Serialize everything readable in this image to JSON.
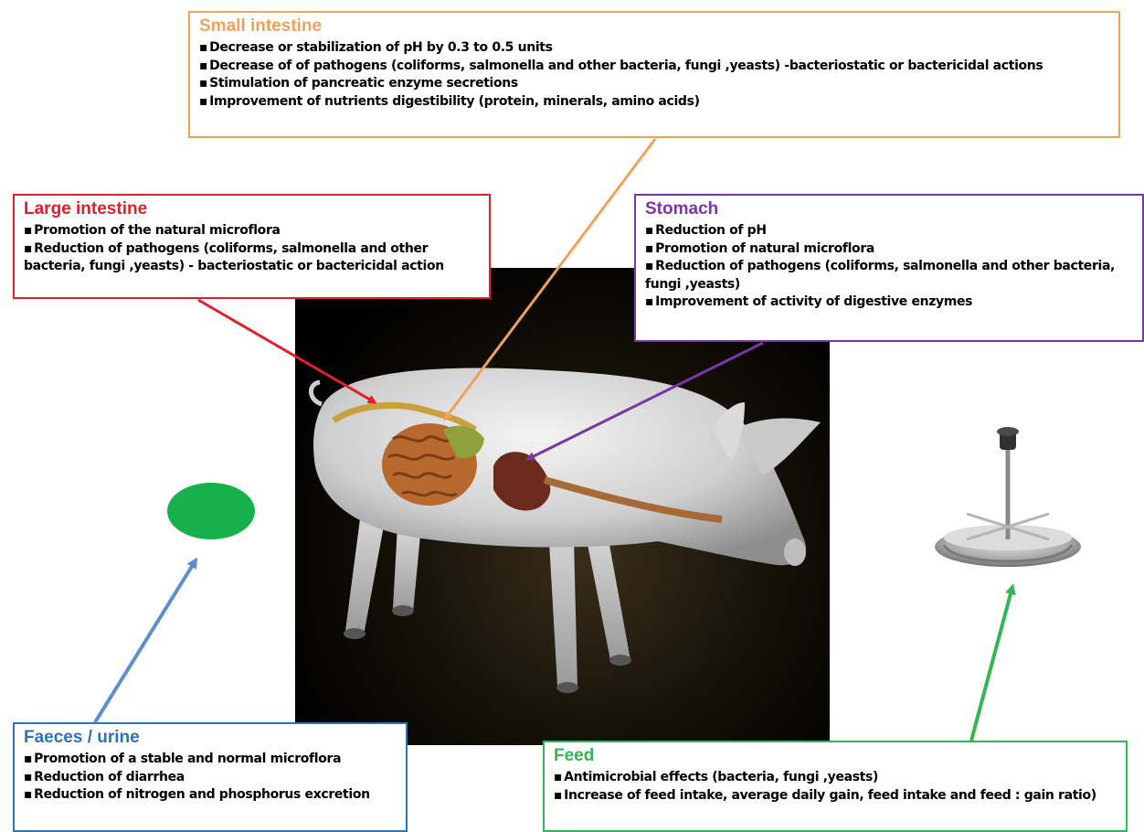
{
  "boxes": {
    "small_intestine": {
      "title": "Small intestine",
      "color": "#f0a15a",
      "items": [
        "Decrease or stabilization of  pH by 0.3 to 0.5 units",
        "Decrease of of  pathogens (coliforms, salmonella and other bacteria, fungi ,yeasts) -bacteriostatic or bactericidal actions",
        "Stimulation of pancreatic enzyme secretions",
        "Improvement of nutrients digestibility (protein, minerals,  amino acids)"
      ]
    },
    "large_intestine": {
      "title": "Large intestine",
      "color": "#e0202a",
      "items": [
        "Promotion of the natural microflora",
        "Reduction of  pathogens (coliforms, salmonella and other bacteria, fungi ,yeasts) - bacteriostatic or bactericidal action"
      ]
    },
    "stomach": {
      "title": "Stomach",
      "color": "#7a36a5",
      "items": [
        "Reduction of pH",
        "Promotion of natural microflora",
        "Reduction of  pathogens (coliforms, salmonella and other bacteria, fungi ,yeasts)",
        "Improvement of activity of digestive enzymes"
      ]
    },
    "faeces": {
      "title": "Faeces / urine",
      "color": "#2e72b8",
      "items": [
        "Promotion of a stable and normal microflora",
        "Reduction of diarrhea",
        "Reduction of nitrogen and phosphorus excretion"
      ]
    },
    "feed": {
      "title": "Feed",
      "color": "#33b653",
      "items": [
        "Antimicrobial effects (bacteria, fungi ,yeasts)",
        "Increase of feed intake, average daily gain, feed intake and feed : gain ratio)"
      ]
    }
  },
  "icons": {
    "pig": "pig-anatomy-illustration",
    "faeces": "green-dropping",
    "feeder": "metal-feeder-trough"
  },
  "colors": {
    "manure_green": "#16b14a",
    "panel_background": "#000000"
  }
}
